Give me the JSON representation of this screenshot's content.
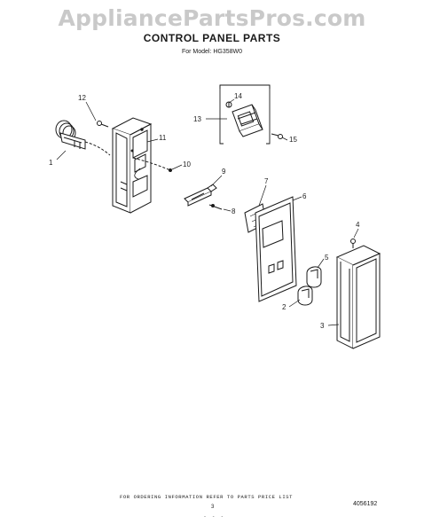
{
  "watermark": "AppliancePartsPros.com",
  "title": "CONTROL PANEL PARTS",
  "subtitle": "For Model: HG358W0",
  "callouts": {
    "c1": "1",
    "c2": "2",
    "c3": "3",
    "c4": "4",
    "c5": "5",
    "c6": "6",
    "c7": "7",
    "c8": "8",
    "c9": "9",
    "c10": "10",
    "c11": "11",
    "c12": "12",
    "c13": "13",
    "c14": "14",
    "c15": "15"
  },
  "footer": {
    "ordering_note": "FOR ORDERING INFORMATION REFER TO PARTS PRICE LIST",
    "page_number": "3",
    "ref_code": "4056192",
    "marks": "- - -"
  }
}
